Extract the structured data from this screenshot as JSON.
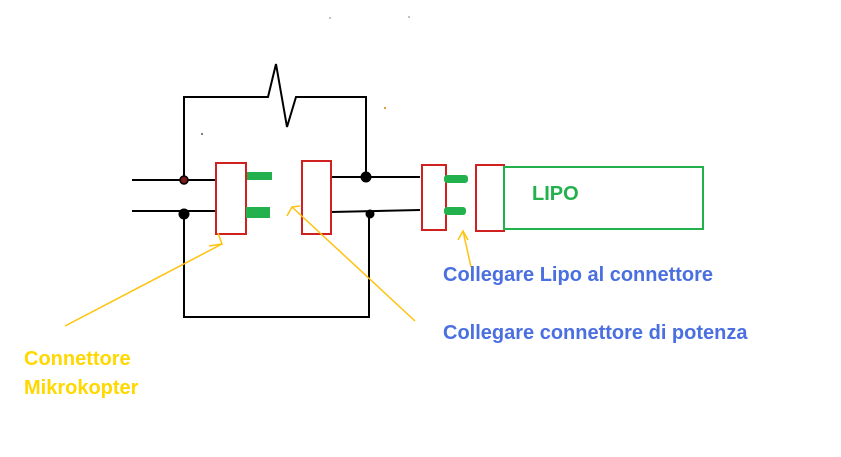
{
  "labels": {
    "lipo": "LIPO",
    "connect_lipo": "Collegare Lipo al connettore",
    "connect_power": "Collegare connettore di potenza",
    "mk_connector_line1": "Connettore",
    "mk_connector_line2": "Mikrokopter"
  },
  "colors": {
    "wire": "#000000",
    "connector_outline": "#d02020",
    "pins": "#22b14c",
    "battery_outline": "#22b14c",
    "arrow": "#ffc20e",
    "label_blue": "#4a6fe0",
    "label_yellow": "#ffd800",
    "label_green": "#22b14c"
  }
}
